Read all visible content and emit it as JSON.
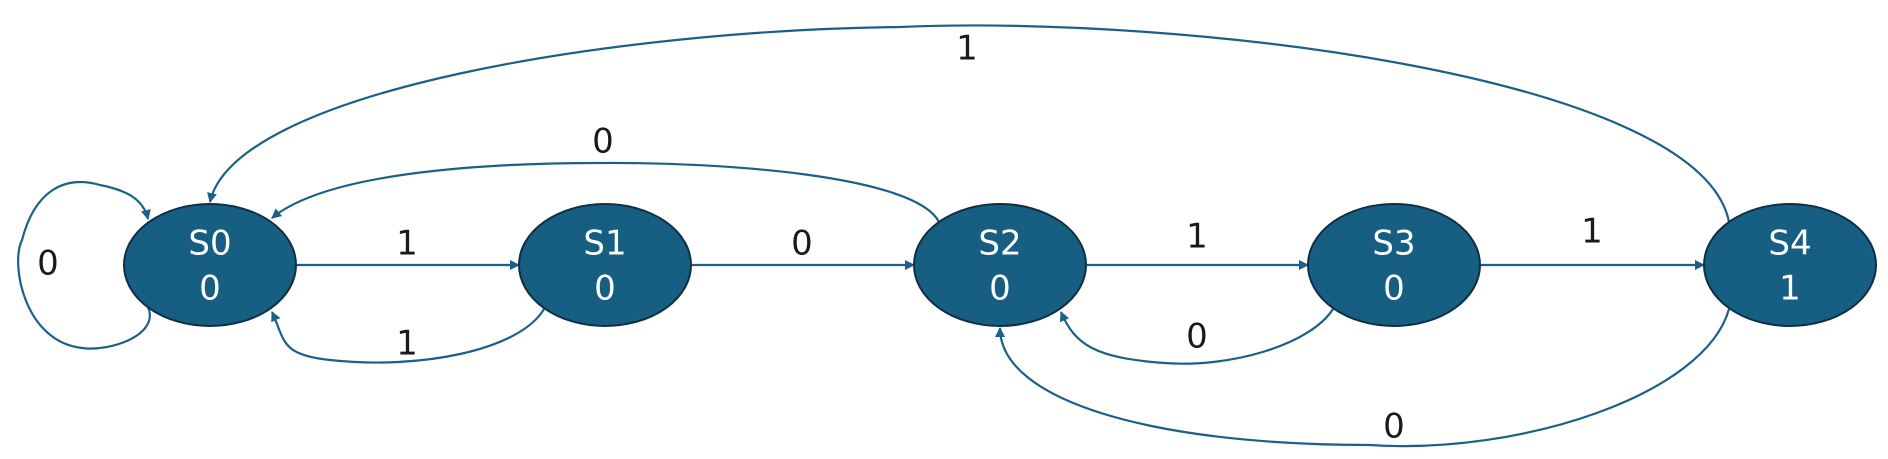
{
  "colors": {
    "state_fill": "#165e82",
    "edge": "#1a6088",
    "label": "#1a1a1a"
  },
  "states": [
    {
      "id": "S0",
      "name": "S0",
      "output": "0"
    },
    {
      "id": "S1",
      "name": "S1",
      "output": "0"
    },
    {
      "id": "S2",
      "name": "S2",
      "output": "0"
    },
    {
      "id": "S3",
      "name": "S3",
      "output": "0"
    },
    {
      "id": "S4",
      "name": "S4",
      "output": "1"
    }
  ],
  "transitions": [
    {
      "id": "s0-s0",
      "from": "S0",
      "to": "S0",
      "input": "0"
    },
    {
      "id": "s0-s1",
      "from": "S0",
      "to": "S1",
      "input": "1"
    },
    {
      "id": "s1-s0",
      "from": "S1",
      "to": "S0",
      "input": "1"
    },
    {
      "id": "s1-s2",
      "from": "S1",
      "to": "S2",
      "input": "0"
    },
    {
      "id": "s2-s0",
      "from": "S2",
      "to": "S0",
      "input": "0"
    },
    {
      "id": "s2-s3",
      "from": "S2",
      "to": "S3",
      "input": "1"
    },
    {
      "id": "s3-s2",
      "from": "S3",
      "to": "S2",
      "input": "0"
    },
    {
      "id": "s3-s4",
      "from": "S3",
      "to": "S4",
      "input": "1"
    },
    {
      "id": "s4-s2",
      "from": "S4",
      "to": "S2",
      "input": "0"
    },
    {
      "id": "s4-s0",
      "from": "S4",
      "to": "S0",
      "input": "1"
    }
  ]
}
